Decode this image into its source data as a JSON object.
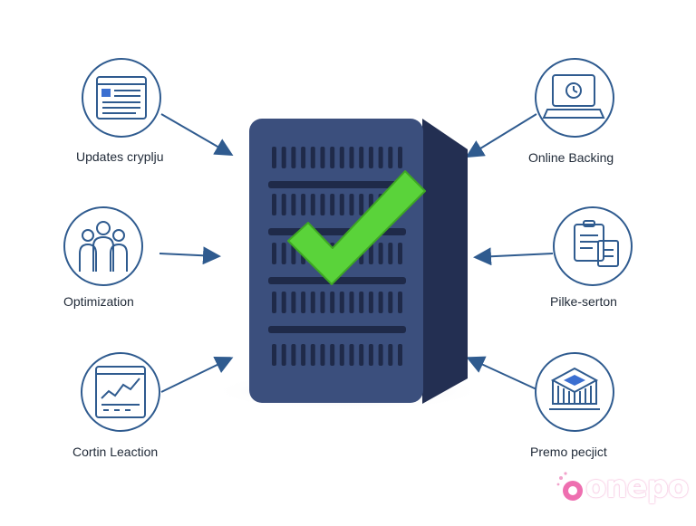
{
  "nodes": [
    {
      "id": "updates",
      "label": "Updates cryplju",
      "icon": "browser-window-icon"
    },
    {
      "id": "optimization",
      "label": "Optimization",
      "icon": "team-people-icon"
    },
    {
      "id": "cortin",
      "label": "Cortin Leaction",
      "icon": "analytics-chart-icon"
    },
    {
      "id": "backing",
      "label": "Online Backing",
      "icon": "laptop-clock-icon"
    },
    {
      "id": "pilke",
      "label": "Pilke-serton",
      "icon": "documents-clipboard-icon"
    },
    {
      "id": "premo",
      "label": "Premo pecjict",
      "icon": "chip-processor-icon"
    }
  ],
  "center": {
    "icon": "server-checkmark-icon"
  },
  "colors": {
    "accent": "#2f5b8f",
    "server_front": "#3b4f7d",
    "server_side": "#232f52",
    "check": "#5ad33a"
  },
  "watermark": {
    "text": "onepo"
  }
}
